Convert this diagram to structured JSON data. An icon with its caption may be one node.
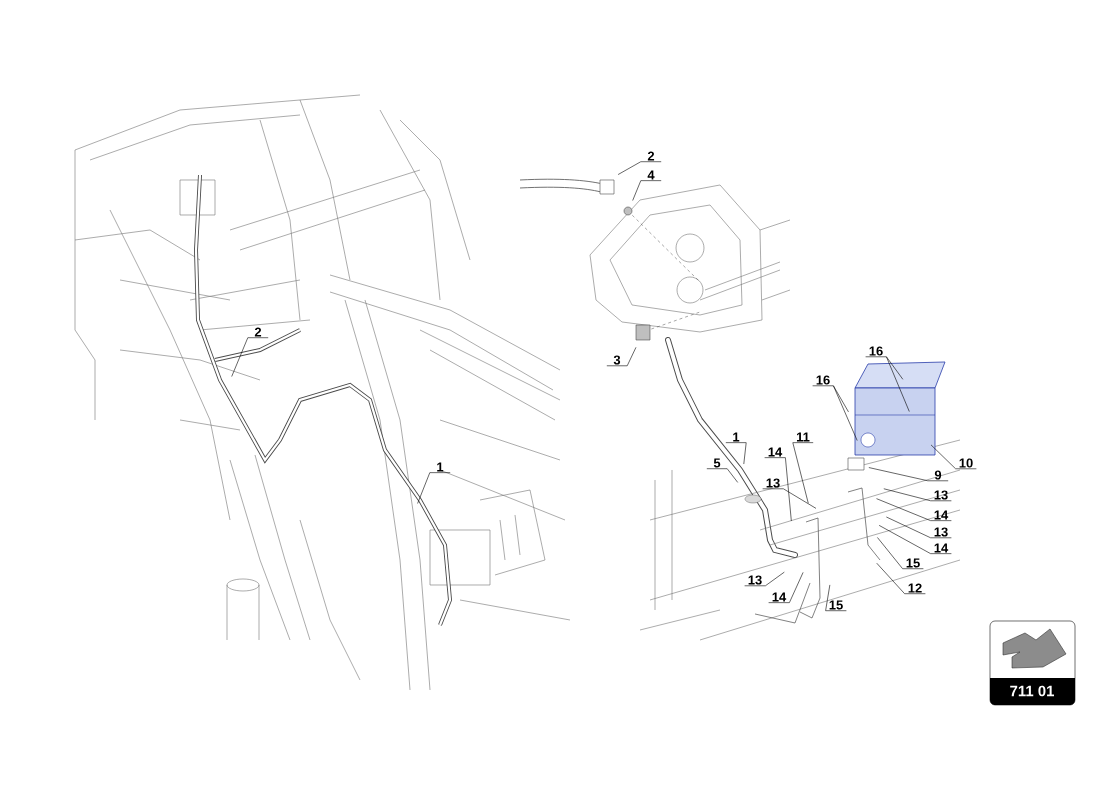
{
  "diagram": {
    "nodes": [
      {
        "text": [
          "2"
        ]
      },
      {
        "text": [
          "1"
        ]
      },
      {
        "text": [
          "2"
        ]
      },
      {
        "text": [
          "4"
        ]
      },
      {
        "text": [
          "3"
        ]
      },
      {
        "text": [
          "16"
        ]
      },
      {
        "text": [
          "16"
        ]
      },
      {
        "text": [
          "1"
        ]
      },
      {
        "text": [
          "11"
        ]
      },
      {
        "text": [
          "14"
        ]
      },
      {
        "text": [
          "5"
        ]
      },
      {
        "text": [
          "13"
        ]
      },
      {
        "text": [
          "9"
        ]
      },
      {
        "text": [
          "10"
        ]
      },
      {
        "text": [
          "13"
        ]
      },
      {
        "text": [
          "14"
        ]
      },
      {
        "text": [
          "13"
        ]
      },
      {
        "text": [
          "14"
        ]
      },
      {
        "text": [
          "15"
        ]
      },
      {
        "text": [
          "12"
        ]
      },
      {
        "text": [
          "13"
        ]
      },
      {
        "text": [
          "14"
        ]
      },
      {
        "text": [
          "15"
        ]
      },
      {
        "text": [
          "711 01"
        ]
      }
    ],
    "edges": [
      {
        "from": 0,
        "to": null,
        "arrow": "none"
      },
      {
        "from": 1,
        "to": null,
        "arrow": "none"
      },
      {
        "from": 2,
        "to": null,
        "arrow": "none"
      },
      {
        "from": 3,
        "to": null,
        "arrow": "none"
      },
      {
        "from": 4,
        "to": null,
        "arrow": "none"
      },
      {
        "from": 5,
        "to": null,
        "arrow": "none"
      },
      {
        "from": 5,
        "to": null,
        "arrow": "none"
      },
      {
        "from": 6,
        "to": null,
        "arrow": "none"
      },
      {
        "from": 6,
        "to": null,
        "arrow": "none"
      },
      {
        "from": 7,
        "to": null,
        "arrow": "none"
      },
      {
        "from": 8,
        "to": null,
        "arrow": "none"
      },
      {
        "from": 9,
        "to": null,
        "arrow": "none"
      },
      {
        "from": 10,
        "to": null,
        "arrow": "none"
      },
      {
        "from": 11,
        "to": null,
        "arrow": "none"
      },
      {
        "from": 12,
        "to": null,
        "arrow": "none"
      },
      {
        "from": 13,
        "to": null,
        "arrow": "none"
      },
      {
        "from": 14,
        "to": null,
        "arrow": "none"
      },
      {
        "from": 15,
        "to": null,
        "arrow": "none"
      },
      {
        "from": 16,
        "to": null,
        "arrow": "none"
      },
      {
        "from": 17,
        "to": null,
        "arrow": "none"
      },
      {
        "from": 18,
        "to": null,
        "arrow": "none"
      },
      {
        "from": 19,
        "to": null,
        "arrow": "none"
      },
      {
        "from": 20,
        "to": null,
        "arrow": "none"
      },
      {
        "from": 21,
        "to": null,
        "arrow": "none"
      },
      {
        "from": 22,
        "to": null,
        "arrow": "none"
      }
    ]
  }
}
